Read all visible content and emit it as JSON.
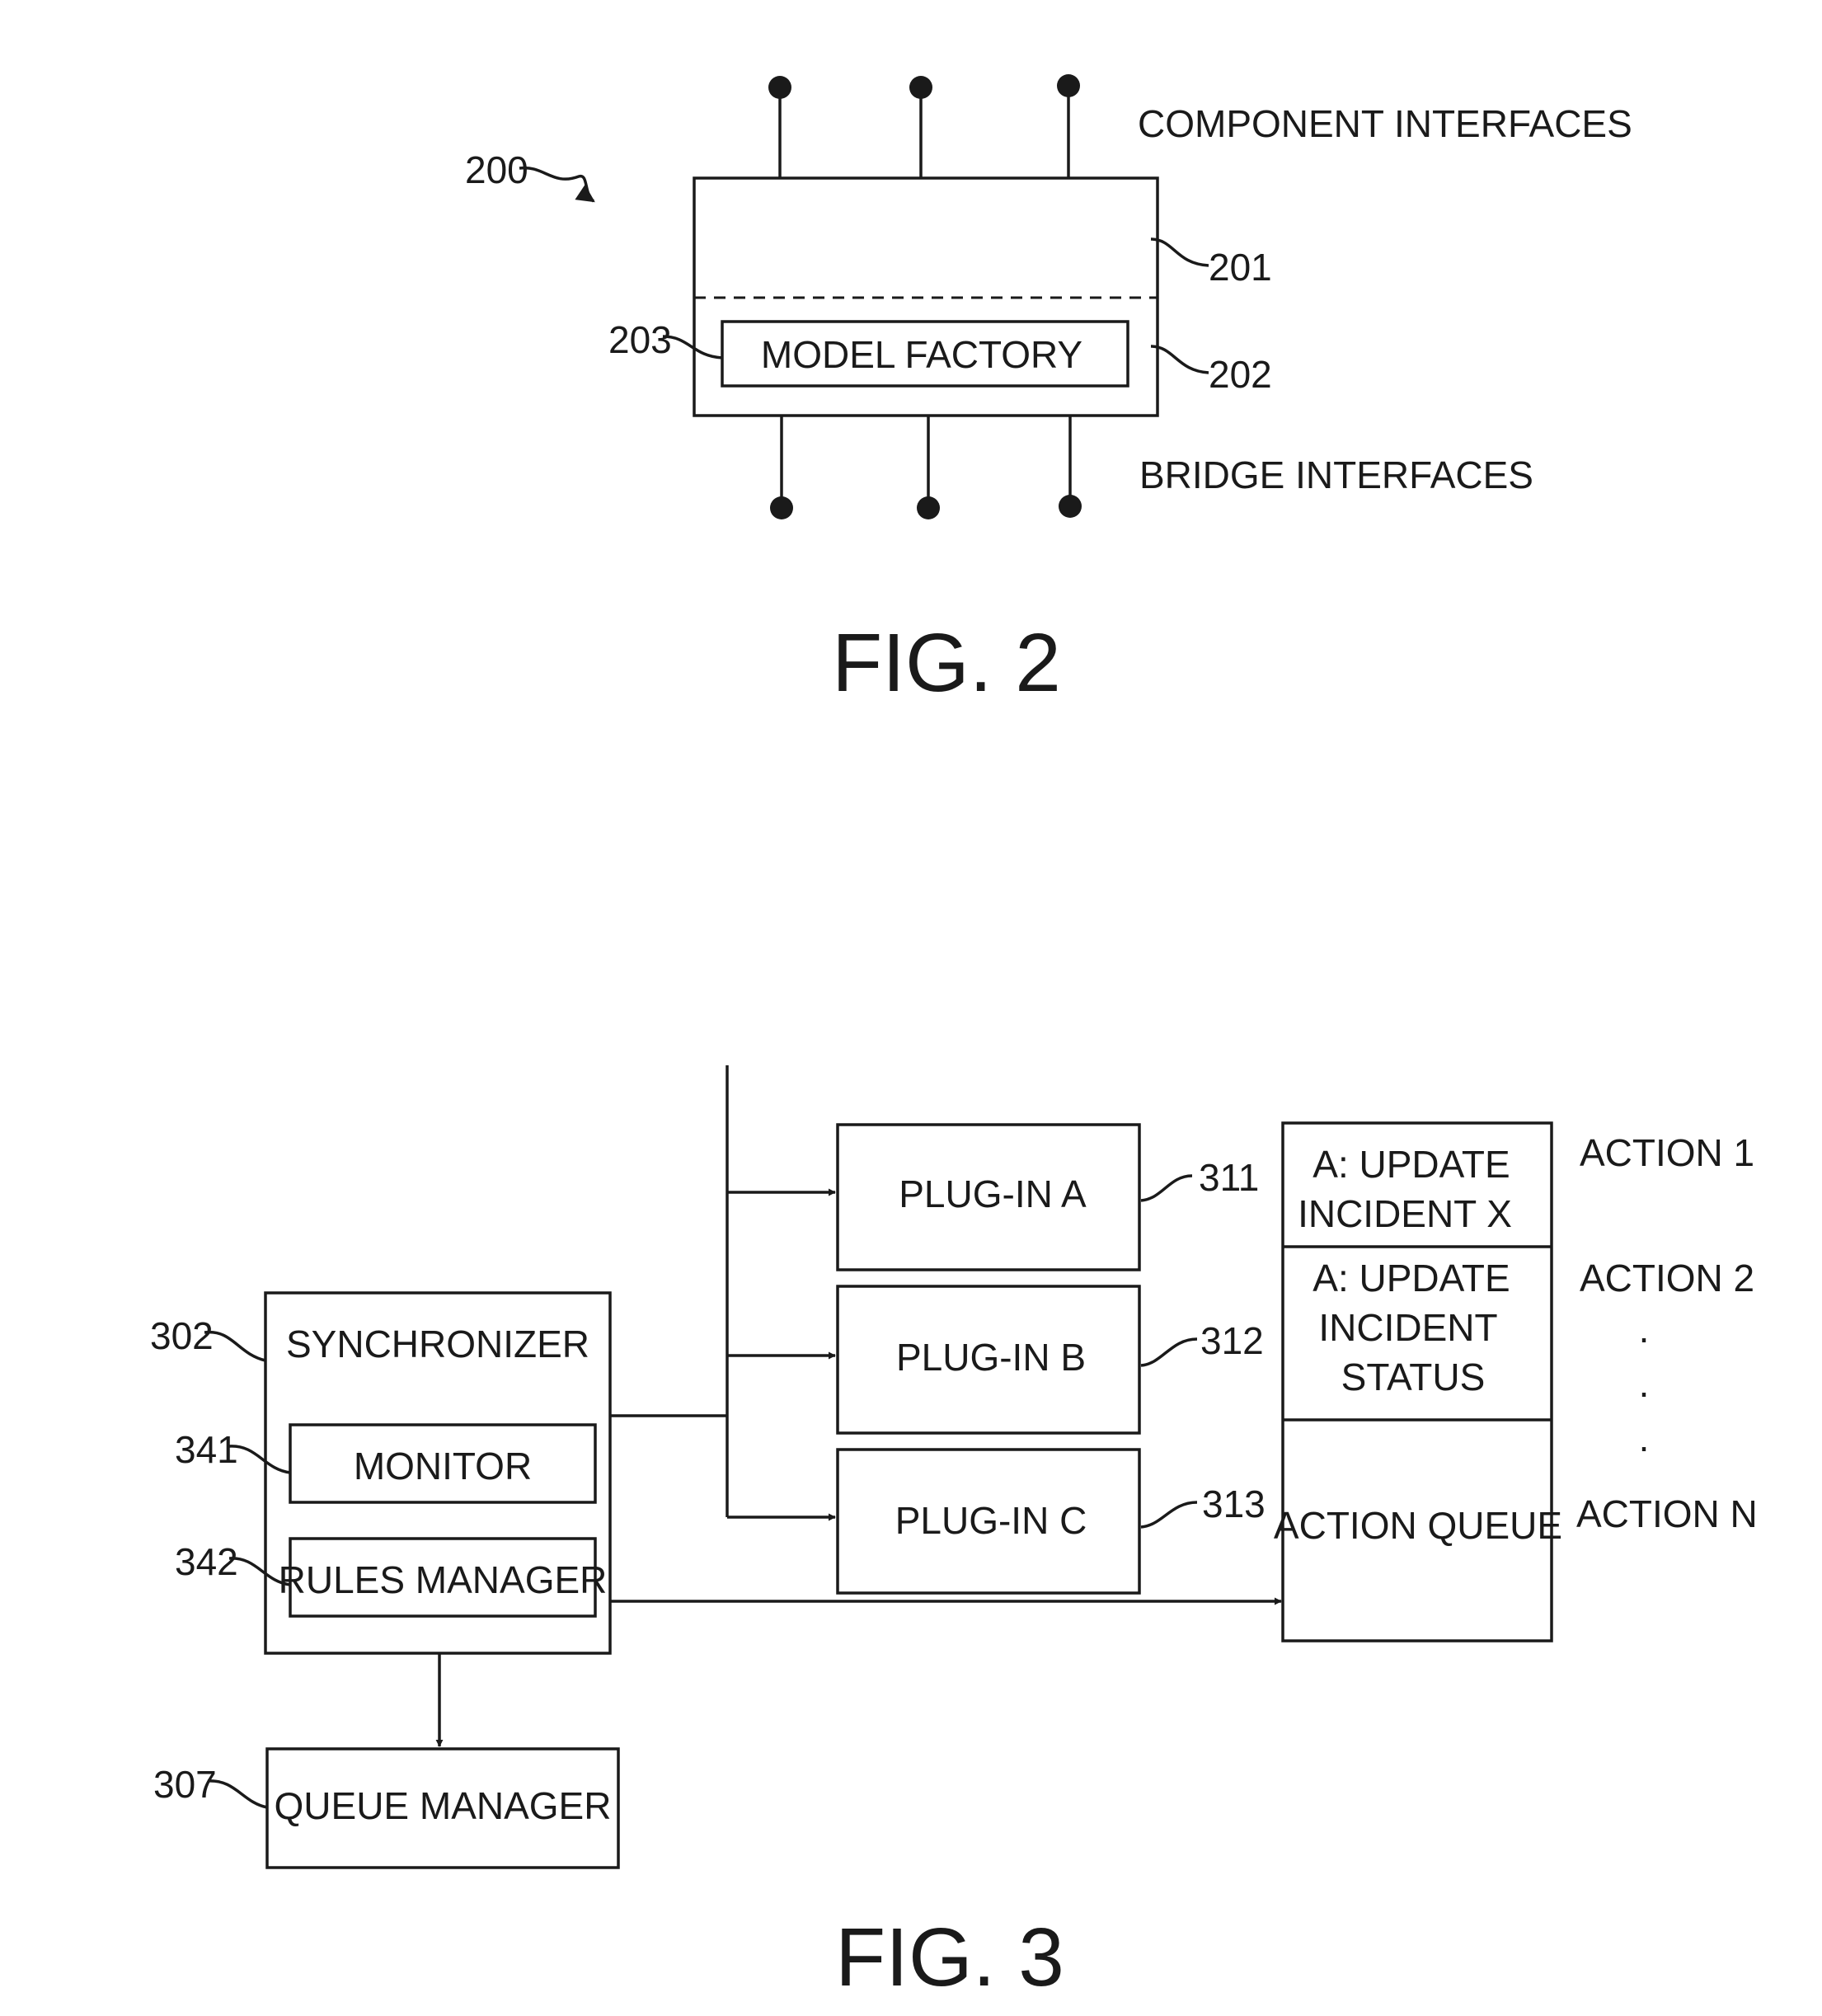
{
  "fig2": {
    "caption": "FIG. 2",
    "ref_200": "200",
    "ref_201": "201",
    "ref_202": "202",
    "ref_203": "203",
    "component_interfaces": "COMPONENT INTERFACES",
    "bridge_interfaces": "BRIDGE INTERFACES",
    "model_factory": "MODEL FACTORY"
  },
  "fig3": {
    "caption": "FIG. 3",
    "synchronizer": {
      "ref": "302",
      "label": "SYNCHRONIZER"
    },
    "monitor": {
      "ref": "341",
      "label": "MONITOR"
    },
    "rules_manager": {
      "ref": "342",
      "label": "RULES MANAGER"
    },
    "queue_manager": {
      "ref": "307",
      "label": "QUEUE MANAGER"
    },
    "plugins": [
      {
        "ref": "311",
        "label": "PLUG-IN A"
      },
      {
        "ref": "312",
        "label": "PLUG-IN B"
      },
      {
        "ref": "313",
        "label": "PLUG-IN C"
      }
    ],
    "action_queue": {
      "label": "ACTION QUEUE",
      "item1_line1": "A: UPDATE",
      "item1_line2": "INCIDENT X",
      "item2_line1": "A: UPDATE",
      "item2_line2": "INCIDENT",
      "item2_line3": "STATUS"
    },
    "actions": {
      "action1": "ACTION 1",
      "action2": "ACTION 2",
      "actionN": "ACTION N",
      "dot": "."
    }
  }
}
